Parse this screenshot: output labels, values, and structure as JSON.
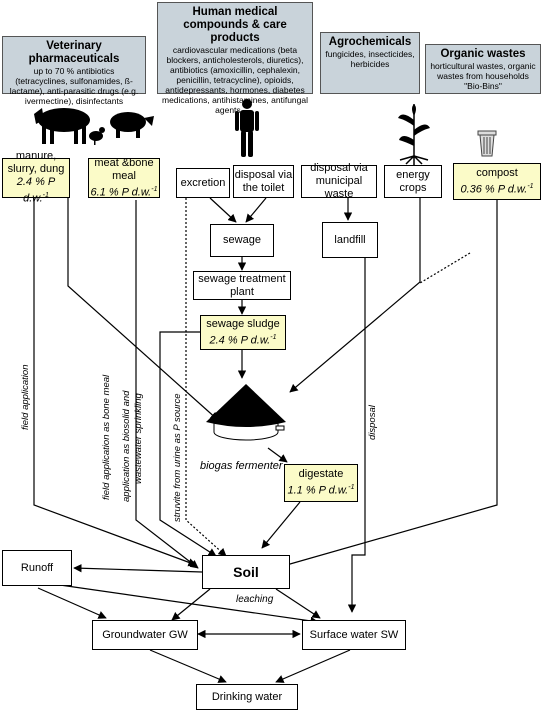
{
  "headers": {
    "veterinary": {
      "title": "Veterinary pharmaceuticals",
      "text": "up to 70 % antibiotics (tetracyclines, sulfonamides, ß-lactame), anti-parasitic drugs (e.g. ivermectine), disinfectants"
    },
    "human": {
      "title": "Human medical compounds & care products",
      "text": "cardiovascular medications (beta blockers, anticholesterols, diuretics), antibiotics (amoxicillin, cephalexin, penicillin, tetracycline), opioids, antidepressants, hormones, diabetes medications, antihistamines, antifungal agents . . ."
    },
    "agro": {
      "title": "Agrochemicals",
      "text": "fungicides, insecticides, herbicides"
    },
    "organic": {
      "title": "Organic wastes",
      "text": "horticultural wastes, organic wastes from households \"Bio-Bins\""
    }
  },
  "boxes": {
    "manure": {
      "label": "manure, slurry, dung",
      "value": "2.4 % P d.w.",
      "sup": "-1"
    },
    "meat": {
      "label": "meat &bone meal",
      "value": "6.1 % P d.w.",
      "sup": "-1"
    },
    "excretion": "excretion",
    "toilet": "disposal via the toilet",
    "municipal": "disposal via municipal waste",
    "energy": "energy crops",
    "compost": {
      "label": "compost",
      "value": "0.36 % P d.w.",
      "sup": "-1"
    },
    "sewage": "sewage",
    "landfill": "landfill",
    "treatment": "sewage treatment plant",
    "sludge": {
      "label": "sewage sludge",
      "value": "2.4 % P d.w.",
      "sup": "-1"
    },
    "digestate": {
      "label": "digestate",
      "value": "1.1 % P d.w.",
      "sup": "-1"
    },
    "runoff": "Runoff",
    "soil": "Soil",
    "groundwater": "Groundwater GW",
    "surface": "Surface water SW",
    "drinking": "Drinking water"
  },
  "labels": {
    "fermenter": "biogas fermenter",
    "leaching": "leaching",
    "field_application": "field application",
    "bone_meal": "field application as bone meal",
    "biosolid_line1": "application as biosolid and",
    "biosolid_line2": "wastewater sprinkling",
    "struvite": "struvite from urine as P source",
    "disposal": "disposal"
  }
}
